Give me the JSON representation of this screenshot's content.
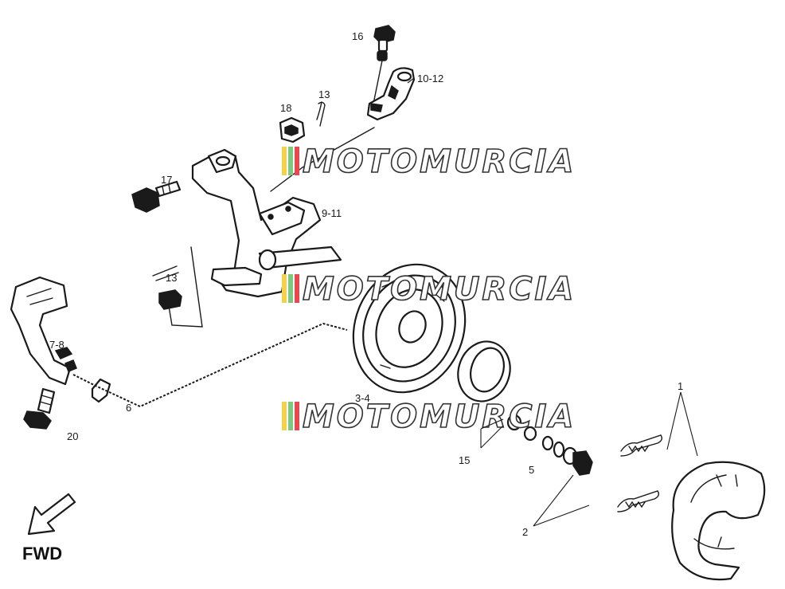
{
  "labels": {
    "l16": "16",
    "l10_12": "10-12",
    "l13a": "13",
    "l18": "18",
    "l17": "17",
    "l9_11": "9-11",
    "l13b": "13",
    "l7_8": "7-8",
    "l20": "20",
    "l6": "6",
    "l3_4": "3-4",
    "l15": "15",
    "l5": "5",
    "l1": "1",
    "l2": "2"
  },
  "fwd": {
    "text": "FWD",
    "icon": "arrow-down-left-icon"
  },
  "watermark": {
    "text": "MOTOMURCIA",
    "stripe_colors": [
      "#f2d14b",
      "#7fc97f",
      "#e8494f"
    ]
  }
}
